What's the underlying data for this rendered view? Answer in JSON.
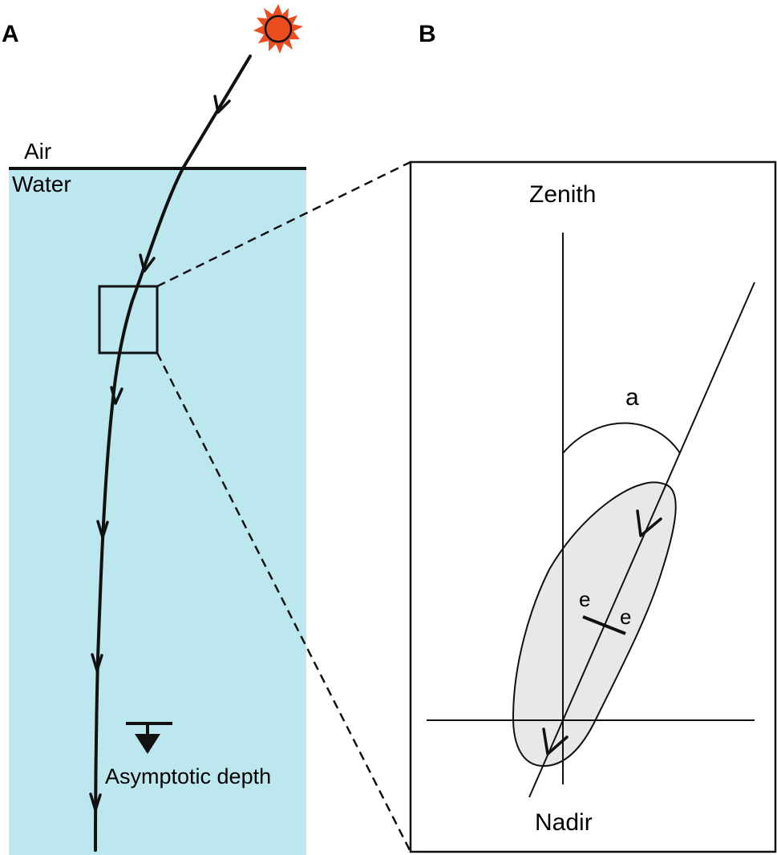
{
  "panels": {
    "a": {
      "label": "A",
      "medium_upper": "Air",
      "medium_lower": "Water",
      "depth_label": "Asymptotic depth",
      "sun_icon": "sun-icon",
      "colors": {
        "water": "#bde7ef",
        "sun_core": "#ee4d1f",
        "sun_rays": "#ee4d1f"
      }
    },
    "b": {
      "label": "B",
      "top_label": "Zenith",
      "bottom_label": "Nadir",
      "angle_label": "a",
      "spread_label_left": "e",
      "spread_label_right": "e",
      "colors": {
        "ellipse_fill": "#e8e8e8"
      }
    }
  }
}
